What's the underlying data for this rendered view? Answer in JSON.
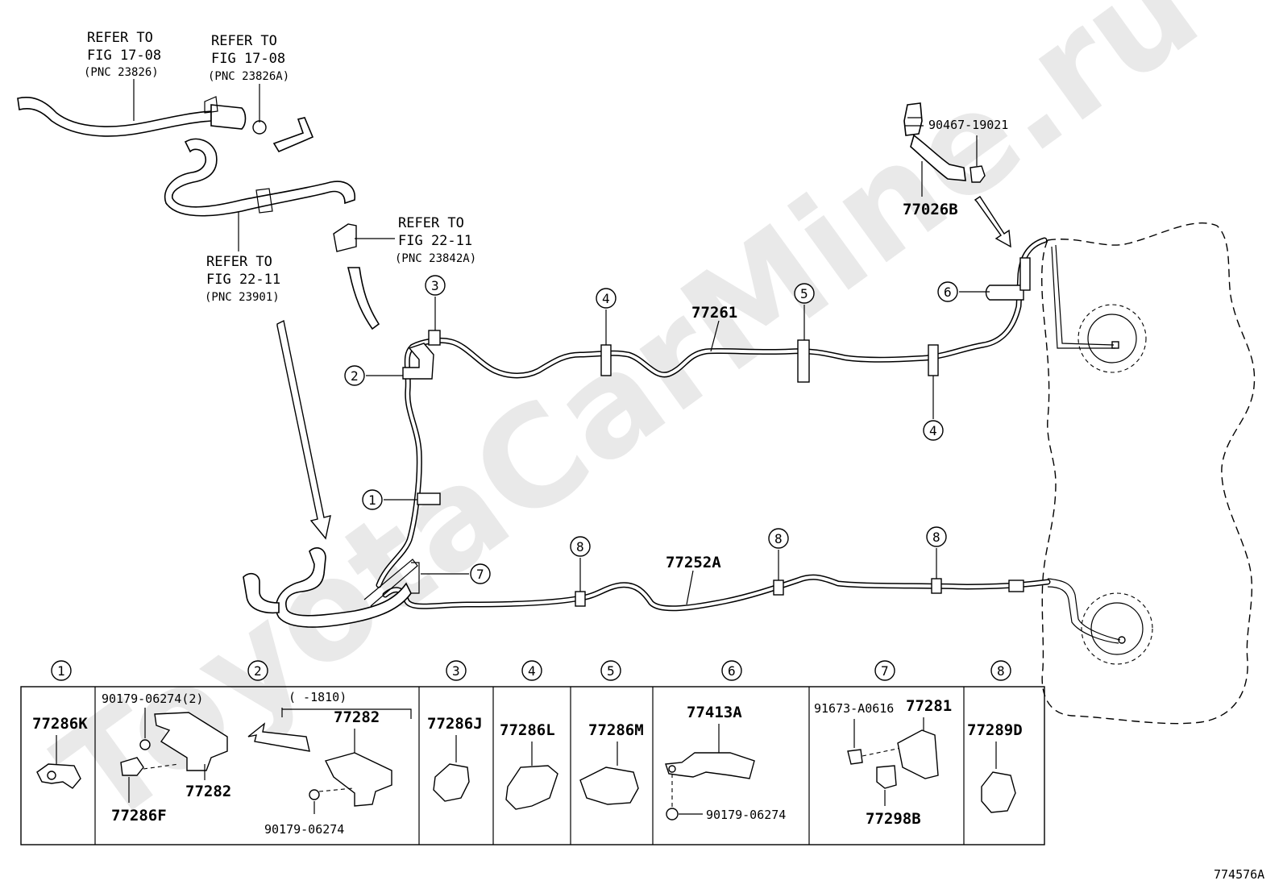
{
  "watermark": "ToyotaCarMine.ru",
  "diagram_id": "774576A",
  "refs": [
    {
      "line1": "REFER TO",
      "line2": "FIG 17-08",
      "pnc": "(PNC 23826)"
    },
    {
      "line1": "REFER TO",
      "line2": "FIG 17-08",
      "pnc": "(PNC 23826A)"
    },
    {
      "line1": "REFER TO",
      "line2": "FIG 22-11",
      "pnc": "(PNC 23842A)"
    },
    {
      "line1": "REFER TO",
      "line2": "FIG 22-11",
      "pnc": "(PNC 23901)"
    }
  ],
  "main_parts": {
    "upper_pipe": "77261",
    "lower_pipe": "77252A",
    "vent_tube": "77026B",
    "clip": "90467-19021"
  },
  "callouts": [
    "1",
    "2",
    "3",
    "4",
    "5",
    "6",
    "7",
    "8"
  ],
  "legend": [
    {
      "num": "1",
      "parts": [
        "77286K"
      ]
    },
    {
      "num": "2",
      "parts": [
        "90179-06274(2)",
        "77286F",
        "77282",
        "77282",
        "90179-06274"
      ],
      "range": "( -1810)"
    },
    {
      "num": "3",
      "parts": [
        "77286J"
      ]
    },
    {
      "num": "4",
      "parts": [
        "77286L"
      ]
    },
    {
      "num": "5",
      "parts": [
        "77286M"
      ]
    },
    {
      "num": "6",
      "parts": [
        "77413A",
        "90179-06274"
      ]
    },
    {
      "num": "7",
      "parts": [
        "91673-A0616",
        "77281",
        "77298B"
      ]
    },
    {
      "num": "8",
      "parts": [
        "77289D"
      ]
    }
  ]
}
